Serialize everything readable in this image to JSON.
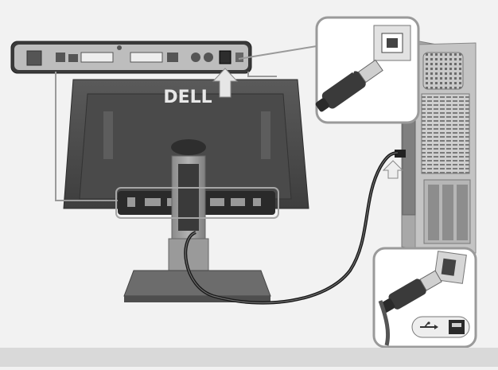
{
  "diagram": {
    "monitor_brand": "DELL",
    "usb_symbol": "usb-trident",
    "colors": {
      "background": "#f2f2f2",
      "footer": "#d9d9d9",
      "panel_dark": "#3a3a3a",
      "panel_light": "#bdbdbd",
      "callout_fill": "#ffffff",
      "callout_stroke": "#9a9a9a",
      "arrow_fill": "#e6e6e6",
      "cable": "#1a1a1a"
    },
    "parts": {
      "monitor_rear": "monitor-rear",
      "port_panel": "monitor-port-panel",
      "stand": "monitor-stand",
      "computer_tower": "computer-tower",
      "usb_upstream_port": "usb-upstream-port",
      "usb_cable": "usb-cable",
      "usb_b_plug": "usb-b-plug",
      "usb_a_plug": "usb-a-plug"
    }
  }
}
